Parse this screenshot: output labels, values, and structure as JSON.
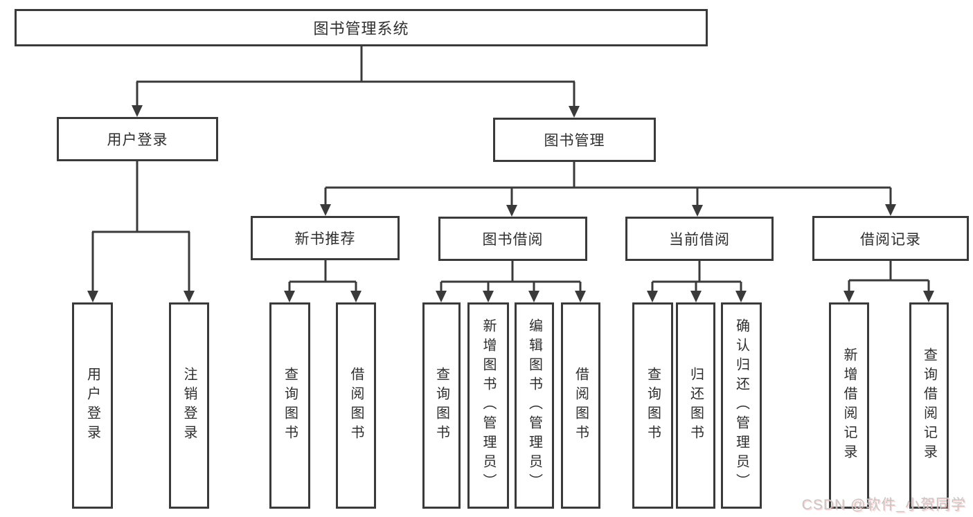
{
  "diagram_title": "图书管理系统",
  "tree": {
    "root": "图书管理系统",
    "branches": [
      {
        "label": "用户登录",
        "leaves": [
          "用户登录",
          "注销登录"
        ]
      },
      {
        "label": "图书管理",
        "groups": [
          {
            "label": "新书推荐",
            "leaves": [
              "查询图书",
              "借阅图书"
            ]
          },
          {
            "label": "图书借阅",
            "leaves": [
              "查询图书",
              "新增图书（管理员）",
              "编辑图书（管理员）",
              "借阅图书"
            ]
          },
          {
            "label": "当前借阅",
            "leaves": [
              "查询图书",
              "归还图书",
              "确认归还（管理员）"
            ]
          },
          {
            "label": "借阅记录",
            "leaves": [
              "新增借阅记录",
              "查询借阅记录"
            ]
          }
        ]
      }
    ]
  },
  "watermark": "CSDN @软件_小贺同学",
  "colors": {
    "line": "#3a3a3a",
    "text": "#2e2e2e",
    "watermark": "#c8c5c5",
    "background": "#ffffff"
  }
}
